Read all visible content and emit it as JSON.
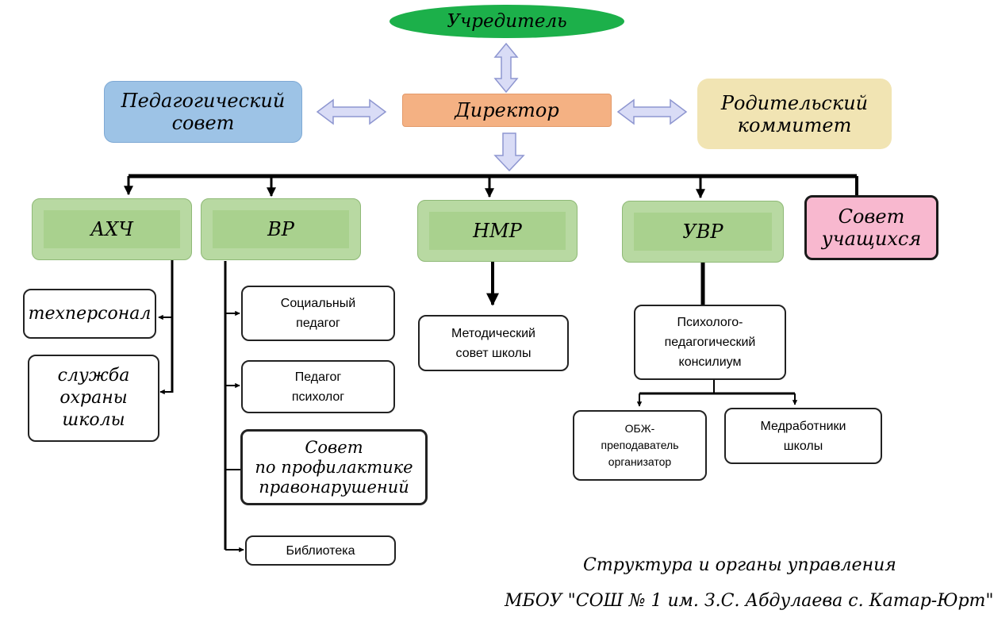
{
  "nodes": {
    "founder": "Учредитель",
    "ped_council": "Педагогический\nсовет",
    "director": "Директор",
    "parent_committee": "Родительский\nкоммитет",
    "ahch": "АХЧ",
    "vr": "ВР",
    "nmr": "НМР",
    "uvr": "УВР",
    "student_council": "Совет\nучащихся",
    "tech_staff": "техперсонал",
    "security": "служба\nохраны\nшколы",
    "social_pedagogue": "Социальный\nпедагог",
    "psychologist": "Педагог\nпсихолог",
    "prevention_council": "Совет\nпо профилактике\nправонарушений",
    "library": "Библиотека",
    "method_council": "Методический\nсовет школы",
    "ppk": "Психолого-\nпедагогический\nконсилиум",
    "obzh": "ОБЖ-\nпреподаватель\nорганизатор",
    "medical": "Медработники\nшколы"
  },
  "caption": {
    "line1": "Структура и органы управления",
    "line2": "МБОУ \"СОШ № 1 им. З.С. Абдулаева с. Катар-Юрт\""
  },
  "colors": {
    "founder": "#1cb04a",
    "ped_council": "#9dc3e6",
    "director": "#f4b183",
    "parent_committee": "#f1e4b3",
    "department": "#a9d18e",
    "student_council": "#f8b8cf",
    "arrow_fill": "#d9dcf6",
    "arrow_stroke": "#8e96d0"
  }
}
